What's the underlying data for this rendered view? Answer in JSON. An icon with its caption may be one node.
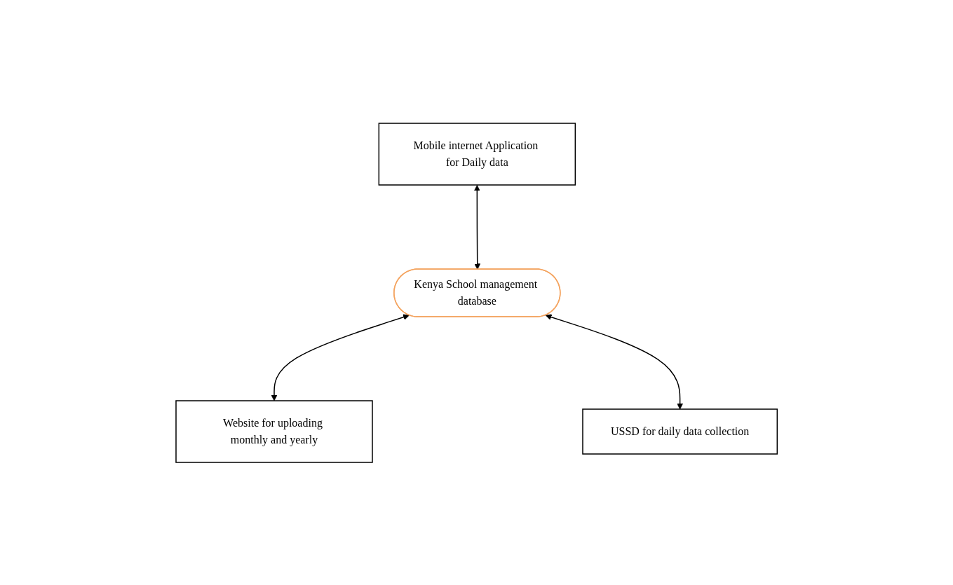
{
  "diagram": {
    "nodes": [
      {
        "text": [
          "Mobile internet Application for Daily data"
        ]
      },
      {
        "text": [
          "Website for uploading monthly and yearly"
        ]
      },
      {
        "text": [
          "Kenya School management database"
        ]
      },
      {
        "text": [
          "USSD for daily data collection"
        ]
      }
    ],
    "edges": [
      {
        "from": 0,
        "to": 2,
        "arrow": "both"
      },
      {
        "from": 2,
        "to": 1,
        "arrow": "both"
      },
      {
        "from": 2,
        "to": 3,
        "arrow": "both"
      }
    ]
  }
}
